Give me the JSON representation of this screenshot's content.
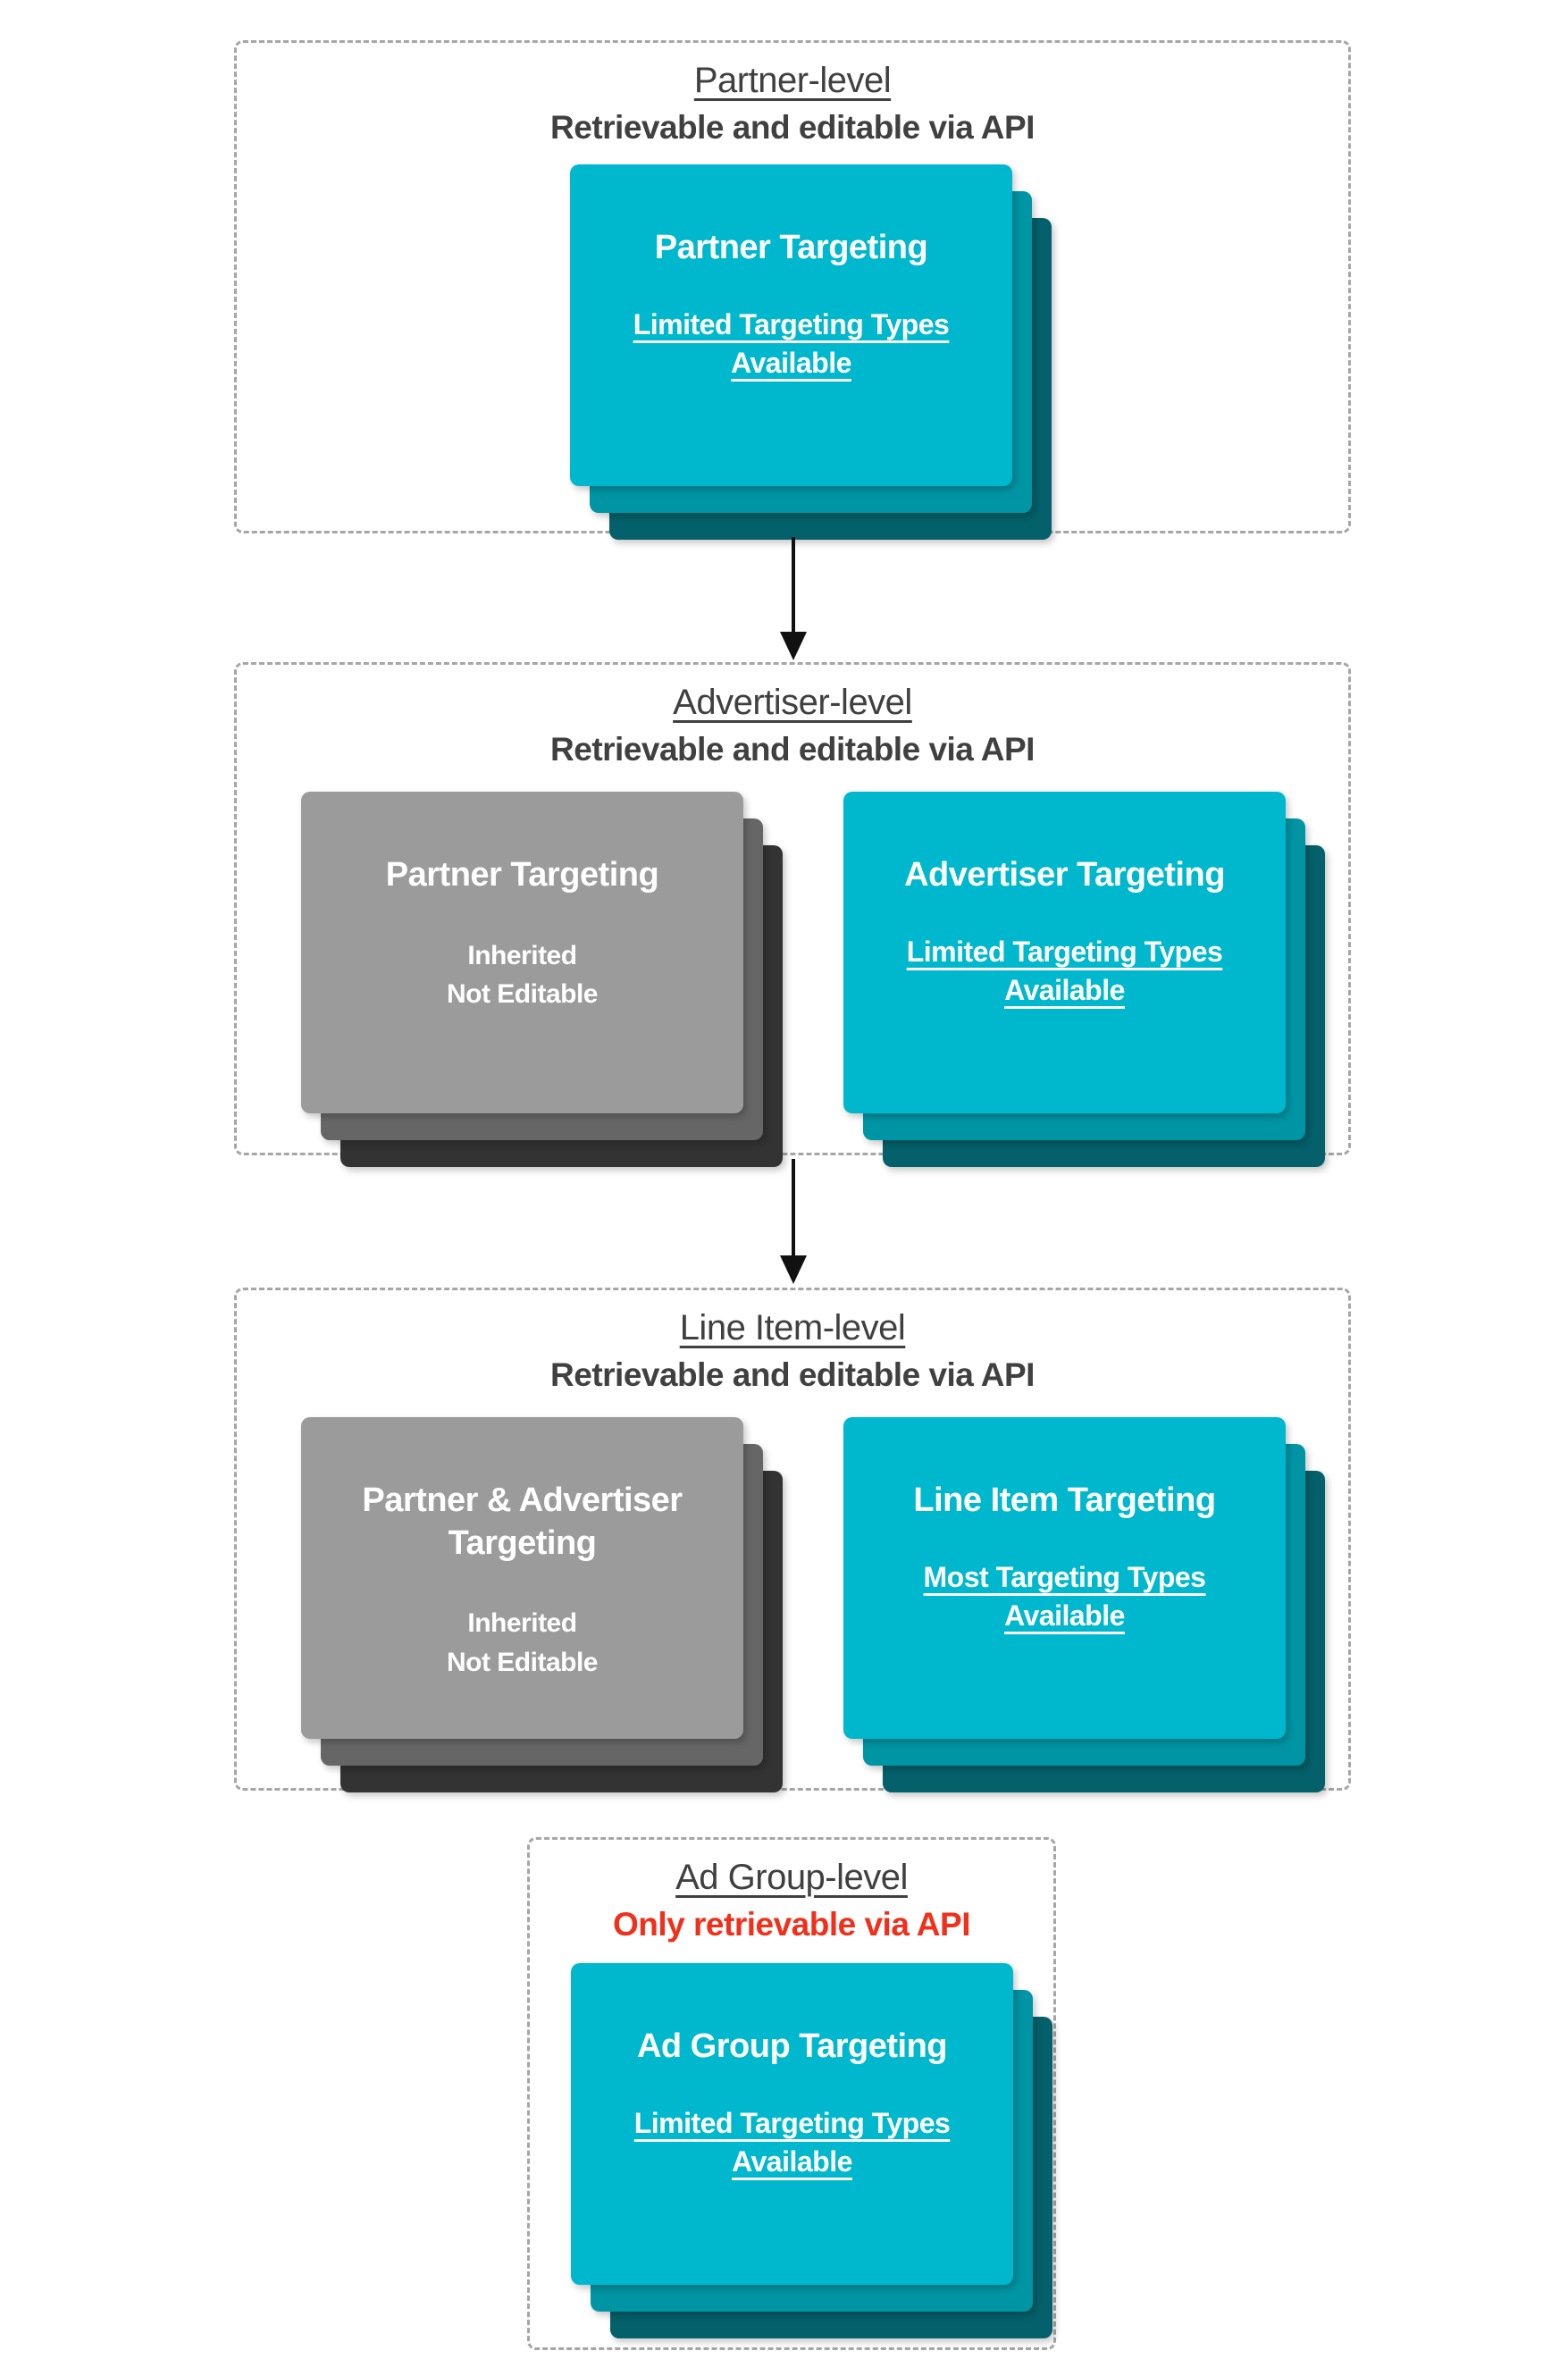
{
  "colors": {
    "teal_top": "#00B8CE",
    "teal_mid": "#0095A4",
    "teal_back": "#04606A",
    "gray_top": "#9B9B9B",
    "gray_mid": "#666666",
    "gray_back": "#333333",
    "heading": "#404040",
    "red": "#F1301B",
    "dashed_border": "#A6A6A6",
    "arrow": "#111111",
    "card_text": "#FFFFFF",
    "bg": "#FFFFFF"
  },
  "sections": [
    {
      "title": "Partner-level",
      "subtitle": "Retrievable and editable via API",
      "cards": [
        {
          "title": "Partner Targeting",
          "note": "Limited Targeting Types Available"
        }
      ]
    },
    {
      "title": "Advertiser-level",
      "subtitle": "Retrievable and editable via API",
      "cards": [
        {
          "title": "Partner Targeting",
          "note_lines": [
            "Inherited",
            "Not Editable"
          ]
        },
        {
          "title": "Advertiser Targeting",
          "note": "Limited Targeting Types Available"
        }
      ]
    },
    {
      "title": "Line Item-level",
      "subtitle": "Retrievable and editable via API",
      "cards": [
        {
          "title": "Partner & Advertiser Targeting",
          "note_lines": [
            "Inherited",
            "Not Editable"
          ]
        },
        {
          "title": "Line Item Targeting",
          "note": "Most Targeting Types Available"
        }
      ]
    },
    {
      "title": "Ad Group-level",
      "subtitle": "Only retrievable via API",
      "cards": [
        {
          "title": "Ad Group Targeting",
          "note": "Limited Targeting Types Available"
        }
      ]
    }
  ]
}
